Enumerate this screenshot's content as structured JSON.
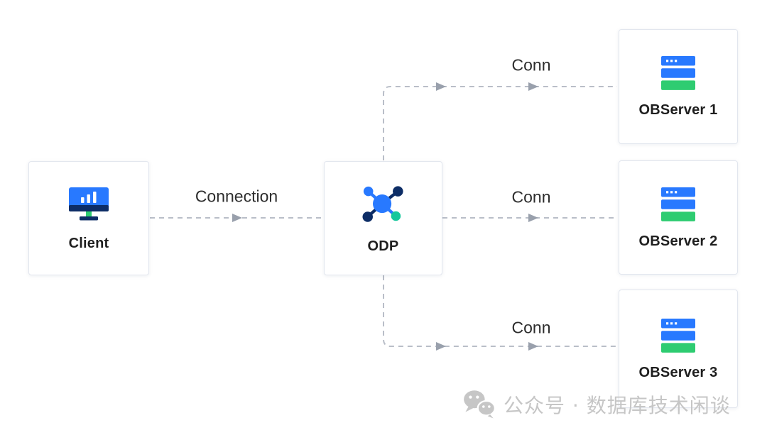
{
  "nodes": {
    "client": {
      "label": "Client",
      "icon": "monitor-chart-icon"
    },
    "odp": {
      "label": "ODP",
      "icon": "network-hub-icon"
    },
    "observer1": {
      "label": "OBServer 1",
      "icon": "server-stack-icon"
    },
    "observer2": {
      "label": "OBServer 2",
      "icon": "server-stack-icon"
    },
    "observer3": {
      "label": "OBServer 3",
      "icon": "server-stack-icon"
    }
  },
  "edges": {
    "client_to_odp": {
      "label": "Connection",
      "style": "dashed-arrow"
    },
    "odp_to_observer1": {
      "label": "Conn",
      "style": "dashed-arrow"
    },
    "odp_to_observer2": {
      "label": "Conn",
      "style": "dashed-arrow"
    },
    "odp_to_observer3": {
      "label": "Conn",
      "style": "dashed-arrow"
    }
  },
  "watermark": {
    "icon": "wechat-icon",
    "text": "公众号 · 数据库技术闲谈"
  },
  "colors": {
    "icon-blue": "#2879ff",
    "icon-navy": "#0d2d66",
    "icon-green": "#2ecc71",
    "odp-green": "#17c79c",
    "edge": "#b9bec8",
    "arrow": "#99a0ac",
    "node-border": "#e2e6ee",
    "node-bg": "#ffffff",
    "label": "#1f1f1f",
    "edge-label": "#2d2d2d",
    "watermark": "#c6c6c6"
  }
}
